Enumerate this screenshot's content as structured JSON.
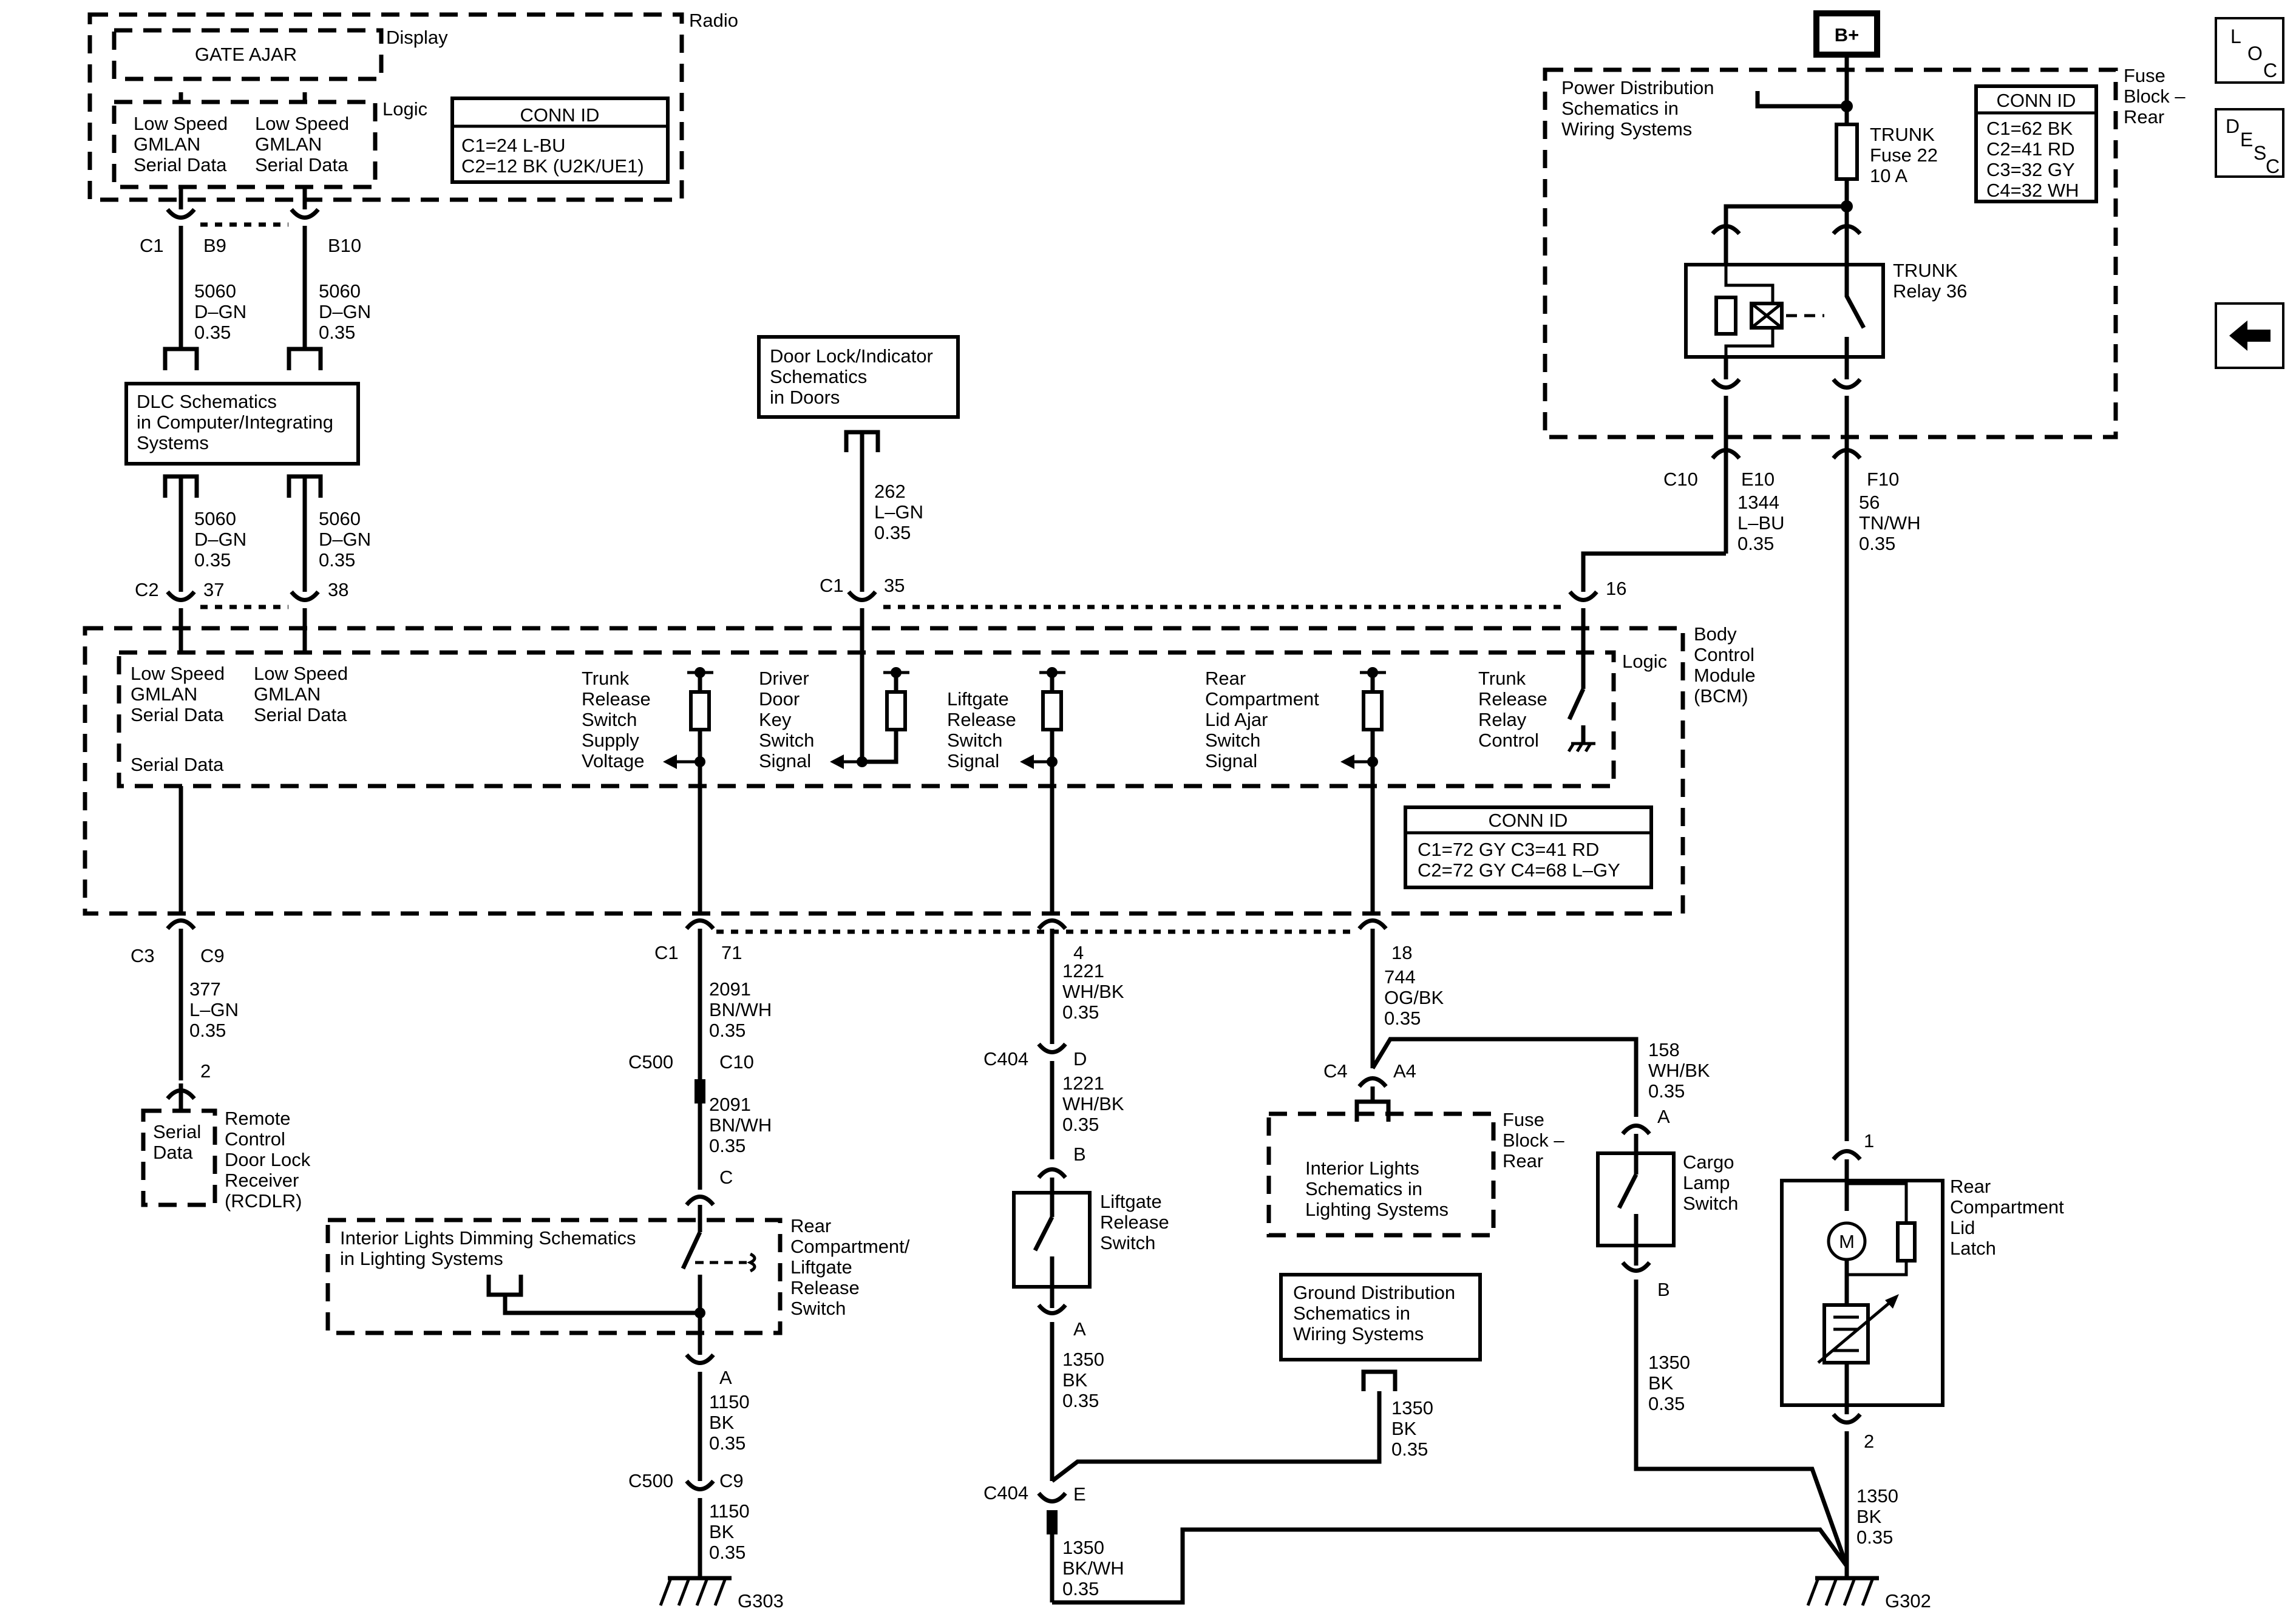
{
  "nav": {
    "loc": [
      "L",
      "O",
      "C"
    ],
    "desc": [
      "D",
      "E",
      "S",
      "C"
    ],
    "back_icon": "arrow-left-icon"
  },
  "radio": {
    "name": "Radio",
    "display_label": "Display",
    "display_text": "GATE AJAR",
    "logic_label": "Logic",
    "gmlan_1": [
      "Low Speed",
      "GMLAN",
      "Serial Data"
    ],
    "gmlan_2": [
      "Low Speed",
      "GMLAN",
      "Serial Data"
    ],
    "conn_title": "CONN ID",
    "conn_lines": [
      "C1=24 L-BU",
      "C2=12 BK (U2K/UE1)"
    ],
    "conn": "C1",
    "pin_1": "B9",
    "pin_2": "B10"
  },
  "wire_5060_a": [
    "5060",
    "D–GN",
    "0.35"
  ],
  "wire_5060_b": [
    "5060",
    "D–GN",
    "0.35"
  ],
  "wire_5060_c": [
    "5060",
    "D–GN",
    "0.35"
  ],
  "wire_5060_d": [
    "5060",
    "D–GN",
    "0.35"
  ],
  "dlc": [
    "DLC Schematics",
    "in Computer/Integrating",
    "Systems"
  ],
  "door_lock": [
    "Door Lock/Indicator",
    "Schematics",
    "in Doors"
  ],
  "wire_262": [
    "262",
    "L–GN",
    "0.35"
  ],
  "b_plus": "B+",
  "fuse_block": {
    "name": [
      "Fuse",
      "Block –",
      "Rear"
    ],
    "pd": [
      "Power Distribution",
      "Schematics in",
      "Wiring Systems"
    ],
    "fuse": [
      "TRUNK",
      "Fuse 22",
      "10 A"
    ],
    "relay": [
      "TRUNK",
      "Relay 36"
    ],
    "conn_title": "CONN ID",
    "conn_lines": [
      "C1=62 BK",
      "C2=41 RD",
      "C3=32 GY",
      "C4=32 WH"
    ],
    "c10": "C10",
    "e10": "E10",
    "f10": "F10"
  },
  "wire_1344": [
    "1344",
    "L–BU",
    "0.35"
  ],
  "wire_56": [
    "56",
    "TN/WH",
    "0.35"
  ],
  "bcm": {
    "name": [
      "Body",
      "Control",
      "Module",
      "(BCM)"
    ],
    "logic": "Logic",
    "gmlan_1": [
      "Low Speed",
      "GMLAN",
      "Serial Data"
    ],
    "gmlan_2": [
      "Low Speed",
      "GMLAN",
      "Serial Data"
    ],
    "serial": "Serial Data",
    "trunk_supply": [
      "Trunk",
      "Release",
      "Switch",
      "Supply",
      "Voltage"
    ],
    "driver_key": [
      "Driver",
      "Door",
      "Key",
      "Switch",
      "Signal"
    ],
    "liftgate_sig": [
      "Liftgate",
      "Release",
      "Switch",
      "Signal"
    ],
    "rear_ajar": [
      "Rear",
      "Compartment",
      "Lid Ajar",
      "Switch",
      "Signal"
    ],
    "relay_ctl": [
      "Trunk",
      "Release",
      "Relay",
      "Control"
    ],
    "conn_title": "CONN ID",
    "conn_lines": [
      "C1=72 GY  C3=41 RD",
      "C2=72 GY  C4=68 L–GY"
    ],
    "c2": "C2",
    "p37": "37",
    "p38": "38",
    "c1_top": "C1",
    "p35": "35",
    "p16": "16",
    "c3": "C3",
    "c9": "C9",
    "c1_bot": "C1",
    "p71": "71",
    "p4": "4",
    "p18": "18"
  },
  "wire_377": [
    "377",
    "L–GN",
    "0.35"
  ],
  "rcdlr": {
    "pin": "2",
    "inner": [
      "Serial",
      "Data"
    ],
    "name": [
      "Remote",
      "Control",
      "Door Lock",
      "Receiver",
      "(RCDLR)"
    ]
  },
  "wire_2091_a": [
    "2091",
    "BN/WH",
    "0.35"
  ],
  "c500_1": {
    "conn": "C500",
    "pin": "C10"
  },
  "wire_2091_b": [
    "2091",
    "BN/WH",
    "0.35"
  ],
  "rear_switch": {
    "pin_top": "C",
    "pin_bot": "A",
    "name": [
      "Rear",
      "Compartment/",
      "Liftgate",
      "Release",
      "Switch"
    ]
  },
  "dimming": [
    "Interior Lights Dimming Schematics",
    "in Lighting Systems"
  ],
  "wire_1150_a": [
    "1150",
    "BK",
    "0.35"
  ],
  "c500_2": {
    "conn": "C500",
    "pin": "C9"
  },
  "wire_1150_b": [
    "1150",
    "BK",
    "0.35"
  ],
  "g303": "G303",
  "wire_1221_a": [
    "1221",
    "WH/BK",
    "0.35"
  ],
  "c404_1": {
    "conn": "C404",
    "pin": "D"
  },
  "wire_1221_b": [
    "1221",
    "WH/BK",
    "0.35"
  ],
  "liftgate_sw": {
    "pin_top": "B",
    "pin_bot": "A",
    "name": [
      "Liftgate",
      "Release",
      "Switch"
    ]
  },
  "wire_1350_lift": [
    "1350",
    "BK",
    "0.35"
  ],
  "c404_2": {
    "conn": "C404",
    "pin": "E"
  },
  "wire_1350_bkwh": [
    "1350",
    "BK/WH",
    "0.35"
  ],
  "ground_dist": [
    "Ground Distribution",
    "Schematics in",
    "Wiring Systems"
  ],
  "wire_1350_gd": [
    "1350",
    "BK",
    "0.35"
  ],
  "wire_744": [
    "744",
    "OG/BK",
    "0.35"
  ],
  "c4": {
    "conn": "C4",
    "pin": "A4"
  },
  "interior": [
    "Interior Lights",
    "Schematics in",
    "Lighting Systems"
  ],
  "fb_rear_2": [
    "Fuse",
    "Block –",
    "Rear"
  ],
  "wire_158": [
    "158",
    "WH/BK",
    "0.35"
  ],
  "cargo": {
    "pin_top": "A",
    "pin_bot": "B",
    "name": [
      "Cargo",
      "Lamp",
      "Switch"
    ]
  },
  "wire_1350_cargo": [
    "1350",
    "BK",
    "0.35"
  ],
  "latch": {
    "pin_top": "1",
    "pin_bot": "2",
    "motor": "M",
    "name": [
      "Rear",
      "Compartment",
      "Lid",
      "Latch"
    ]
  },
  "wire_1350_latch": [
    "1350",
    "BK",
    "0.35"
  ],
  "g302": "G302"
}
